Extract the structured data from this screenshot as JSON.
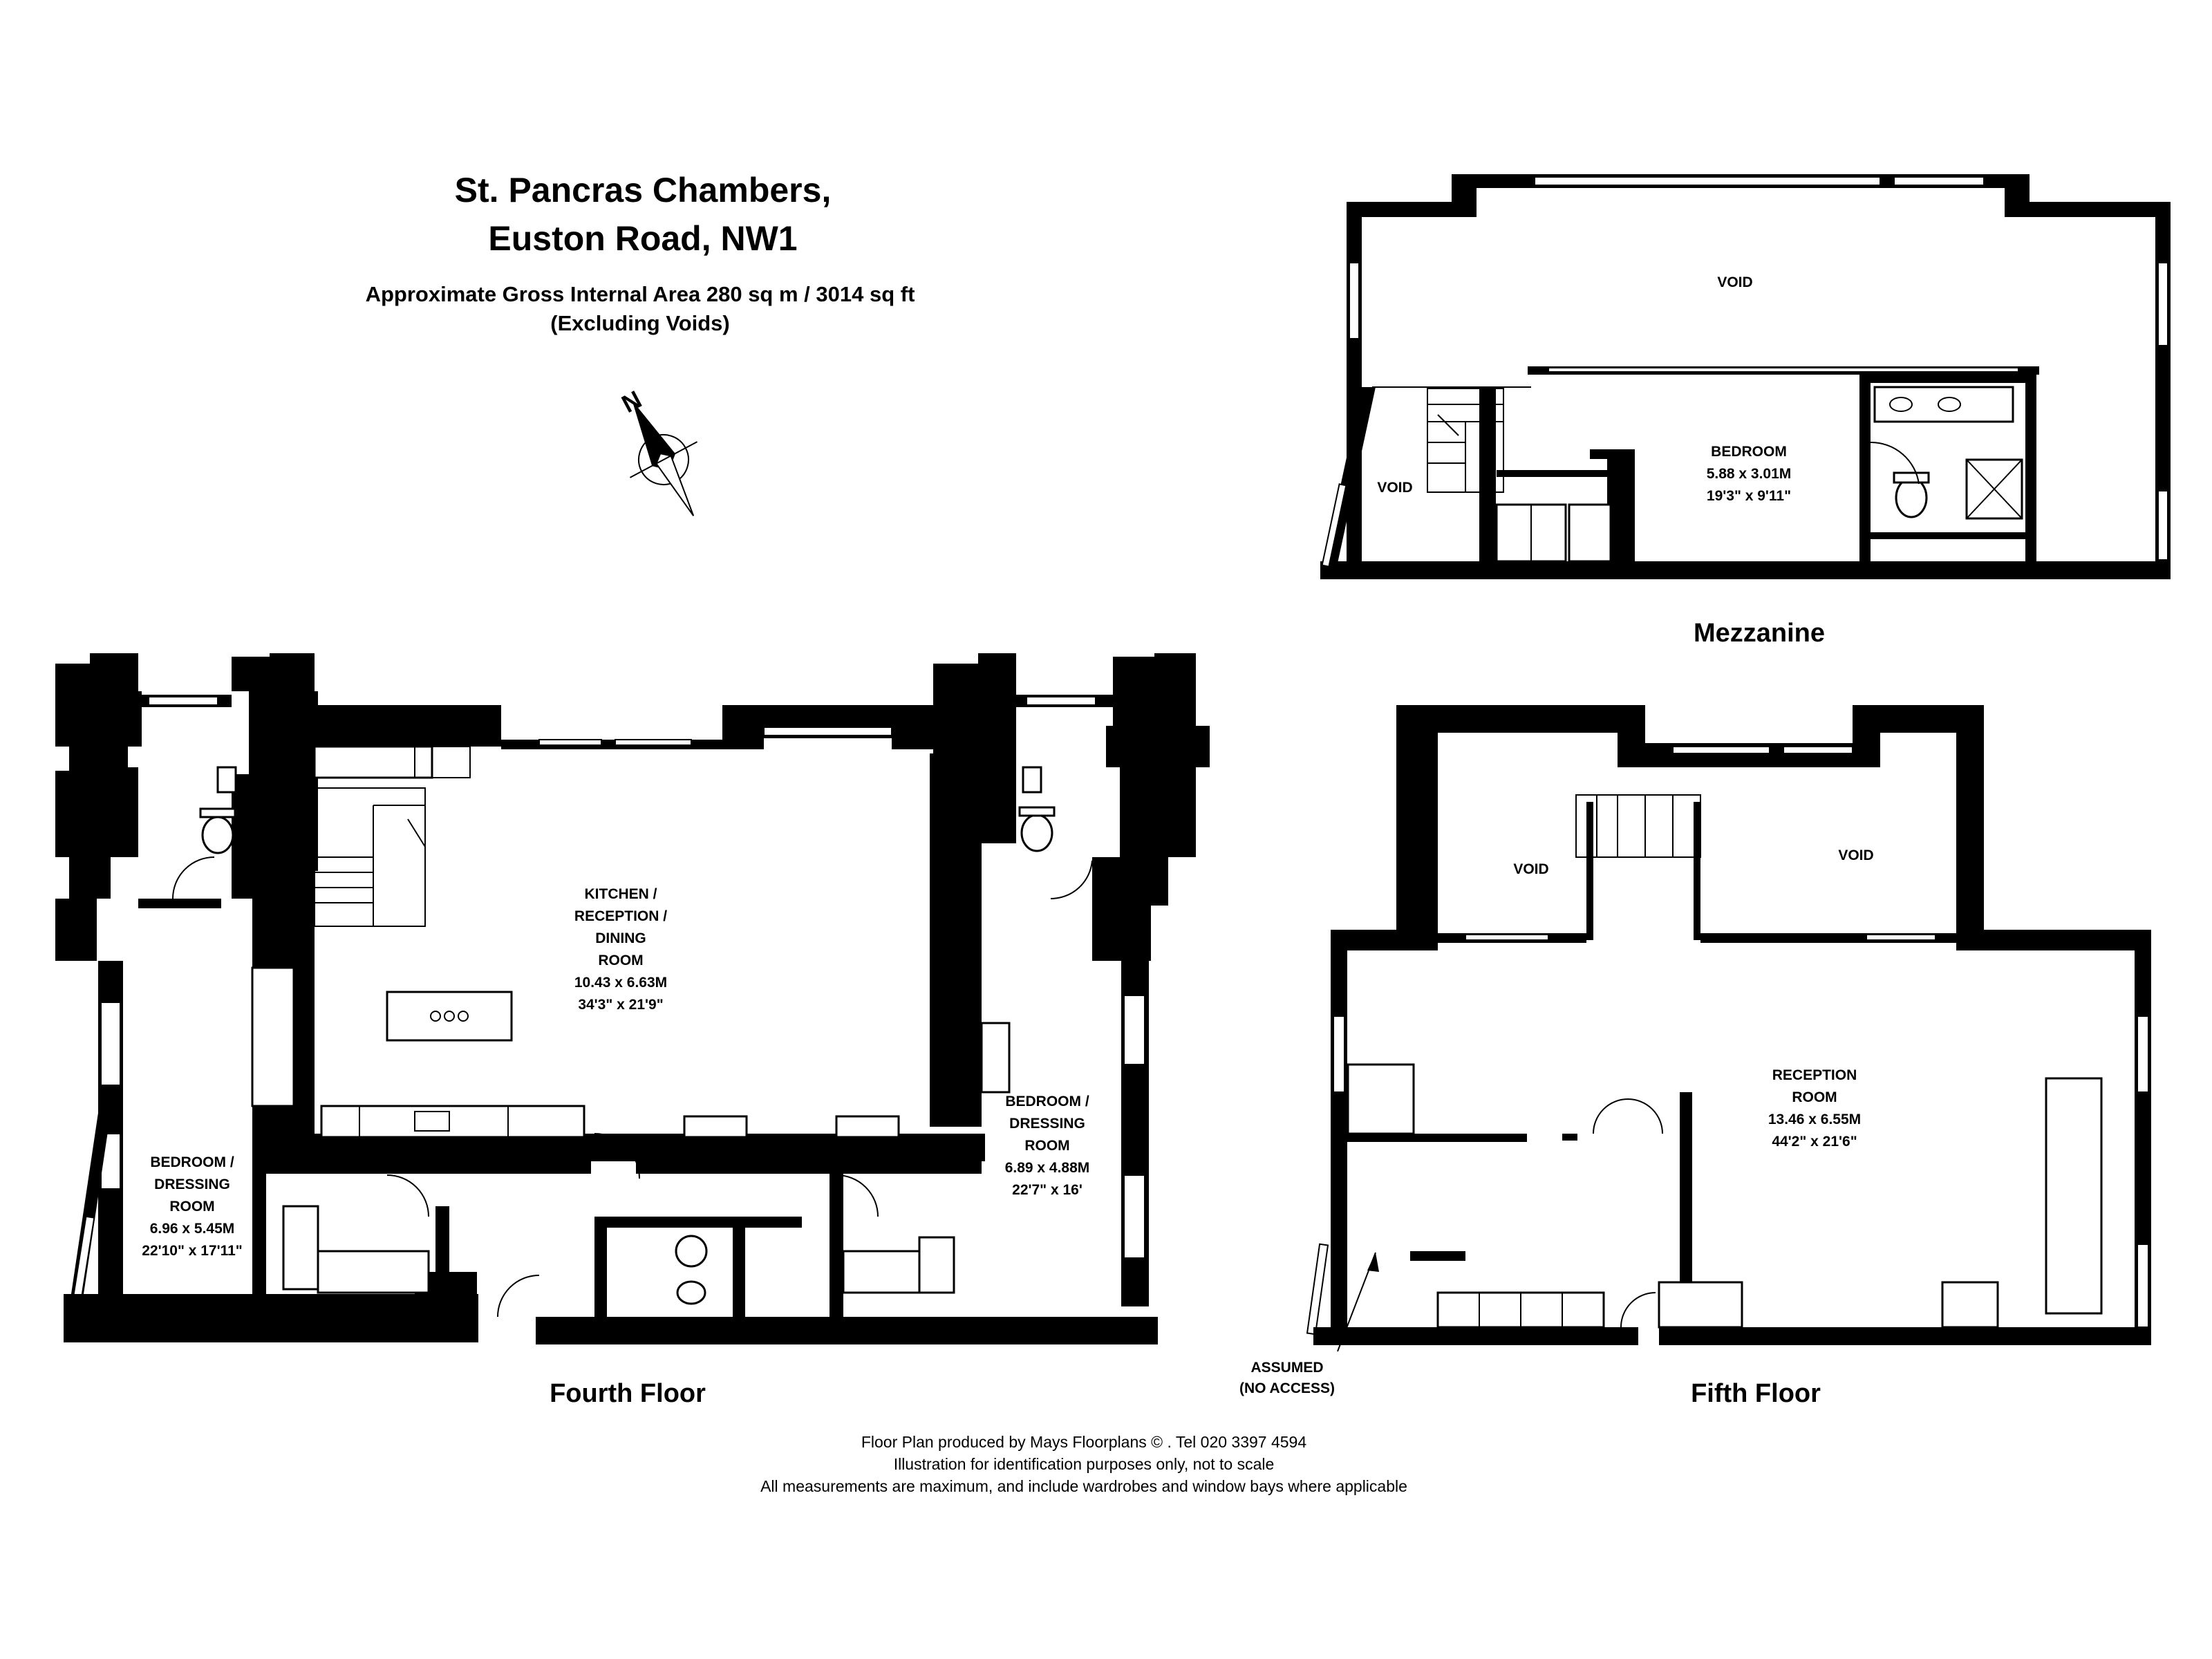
{
  "header": {
    "title_line1": "St. Pancras Chambers,",
    "title_line2": "Euston Road, NW1",
    "area": "Approximate Gross Internal Area 280 sq m  /  3014 sq ft",
    "area_note": "(Excluding Voids)"
  },
  "compass": {
    "label": "N",
    "icon": "north-arrow-icon"
  },
  "mezzanine": {
    "name": "Mezzanine",
    "void_top": "VOID",
    "void_left": "VOID",
    "bedroom": {
      "name": "BEDROOM",
      "metric": "5.88 x 3.01M",
      "imperial": "19'3\" x 9'11\""
    }
  },
  "fourth_floor": {
    "name": "Fourth Floor",
    "kitchen": {
      "line1": "KITCHEN /",
      "line2": "RECEPTION /",
      "line3": "DINING",
      "line4": "ROOM",
      "metric": "10.43 x 6.63M",
      "imperial": "34'3\" x 21'9\""
    },
    "bedroom_left": {
      "line1": "BEDROOM /",
      "line2": "DRESSING",
      "line3": "ROOM",
      "metric": "6.96 x 5.45M",
      "imperial": "22'10\" x 17'11\""
    },
    "bedroom_right": {
      "line1": "BEDROOM /",
      "line2": "DRESSING",
      "line3": "ROOM",
      "metric": "6.89 x 4.88M",
      "imperial": "22'7\" x 16'"
    }
  },
  "fifth_floor": {
    "name": "Fifth Floor",
    "void_left": "VOID",
    "void_right": "VOID",
    "reception": {
      "line1": "RECEPTION",
      "line2": "ROOM",
      "metric": "13.46 x 6.55M",
      "imperial": "44'2\" x 21'6\""
    },
    "assumed_line1": "ASSUMED",
    "assumed_line2": "(NO ACCESS)"
  },
  "footer": {
    "line1": "Floor Plan produced by Mays Floorplans  ©  . Tel 020 3397 4594",
    "line2": "Illustration for identification purposes only, not to scale",
    "line3": "All measurements are maximum, and include wardrobes and window bays where applicable"
  }
}
